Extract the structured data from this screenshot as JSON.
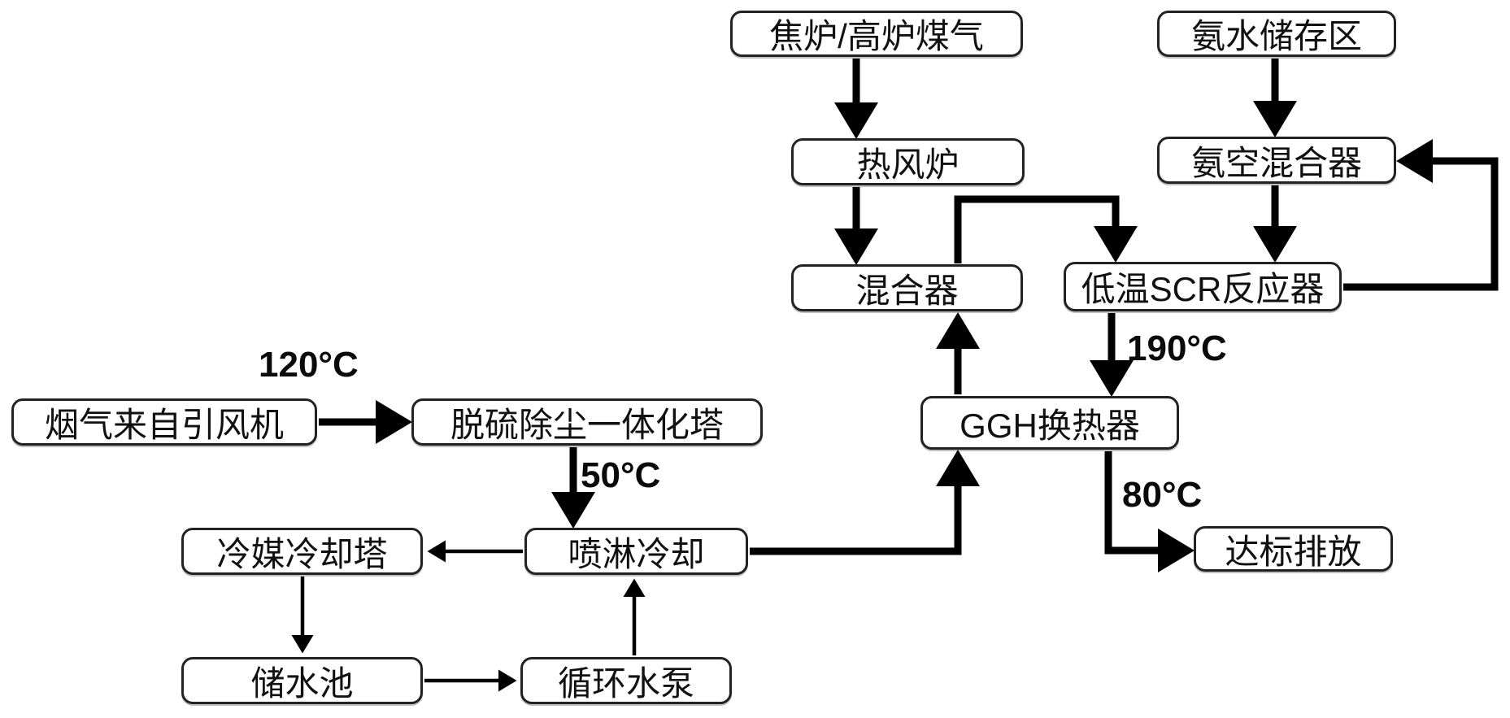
{
  "nodes": {
    "gas_source": {
      "label": "焦炉/高炉煤气"
    },
    "ammonia_storage": {
      "label": "氨水储存区"
    },
    "hot_blast_stove": {
      "label": "热风炉"
    },
    "ammonia_air_mixer": {
      "label": "氨空混合器"
    },
    "mixer": {
      "label": "混合器"
    },
    "scr_reactor": {
      "label": "低温SCR反应器"
    },
    "flue_gas_source": {
      "label": "烟气来自引风机"
    },
    "desulf_tower": {
      "label": "脱硫除尘一体化塔"
    },
    "ggh": {
      "label": "GGH换热器"
    },
    "coolant_tower": {
      "label": "冷媒冷却塔"
    },
    "spray_cooling": {
      "label": "喷淋冷却"
    },
    "discharge": {
      "label": "达标排放"
    },
    "water_tank": {
      "label": "储水池"
    },
    "circ_pump": {
      "label": "循环水泵"
    }
  },
  "temps": {
    "t120": "120°C",
    "t50": "50°C",
    "t190": "190°C",
    "t80": "80°C"
  },
  "edges": [
    {
      "from": "gas_source",
      "to": "hot_blast_stove",
      "label": ""
    },
    {
      "from": "hot_blast_stove",
      "to": "mixer",
      "label": ""
    },
    {
      "from": "ammonia_storage",
      "to": "ammonia_air_mixer",
      "label": ""
    },
    {
      "from": "ammonia_air_mixer",
      "to": "scr_reactor",
      "label": ""
    },
    {
      "from": "mixer",
      "to": "scr_reactor",
      "label": ""
    },
    {
      "from": "scr_reactor",
      "to": "ggh",
      "label": "190°C"
    },
    {
      "from": "scr_reactor",
      "to": "ammonia_air_mixer",
      "label": ""
    },
    {
      "from": "flue_gas_source",
      "to": "desulf_tower",
      "label": "120°C"
    },
    {
      "from": "desulf_tower",
      "to": "spray_cooling",
      "label": "50°C"
    },
    {
      "from": "spray_cooling",
      "to": "coolant_tower",
      "label": ""
    },
    {
      "from": "coolant_tower",
      "to": "water_tank",
      "label": ""
    },
    {
      "from": "water_tank",
      "to": "circ_pump",
      "label": ""
    },
    {
      "from": "circ_pump",
      "to": "spray_cooling",
      "label": ""
    },
    {
      "from": "spray_cooling",
      "to": "ggh",
      "label": ""
    },
    {
      "from": "ggh",
      "to": "mixer",
      "label": ""
    },
    {
      "from": "ggh",
      "to": "discharge",
      "label": "80°C"
    }
  ],
  "colors": {
    "line": "#000000",
    "box_border": "#222222",
    "box_fill": "#ffffff",
    "text": "#111111",
    "background": "#ffffff"
  }
}
